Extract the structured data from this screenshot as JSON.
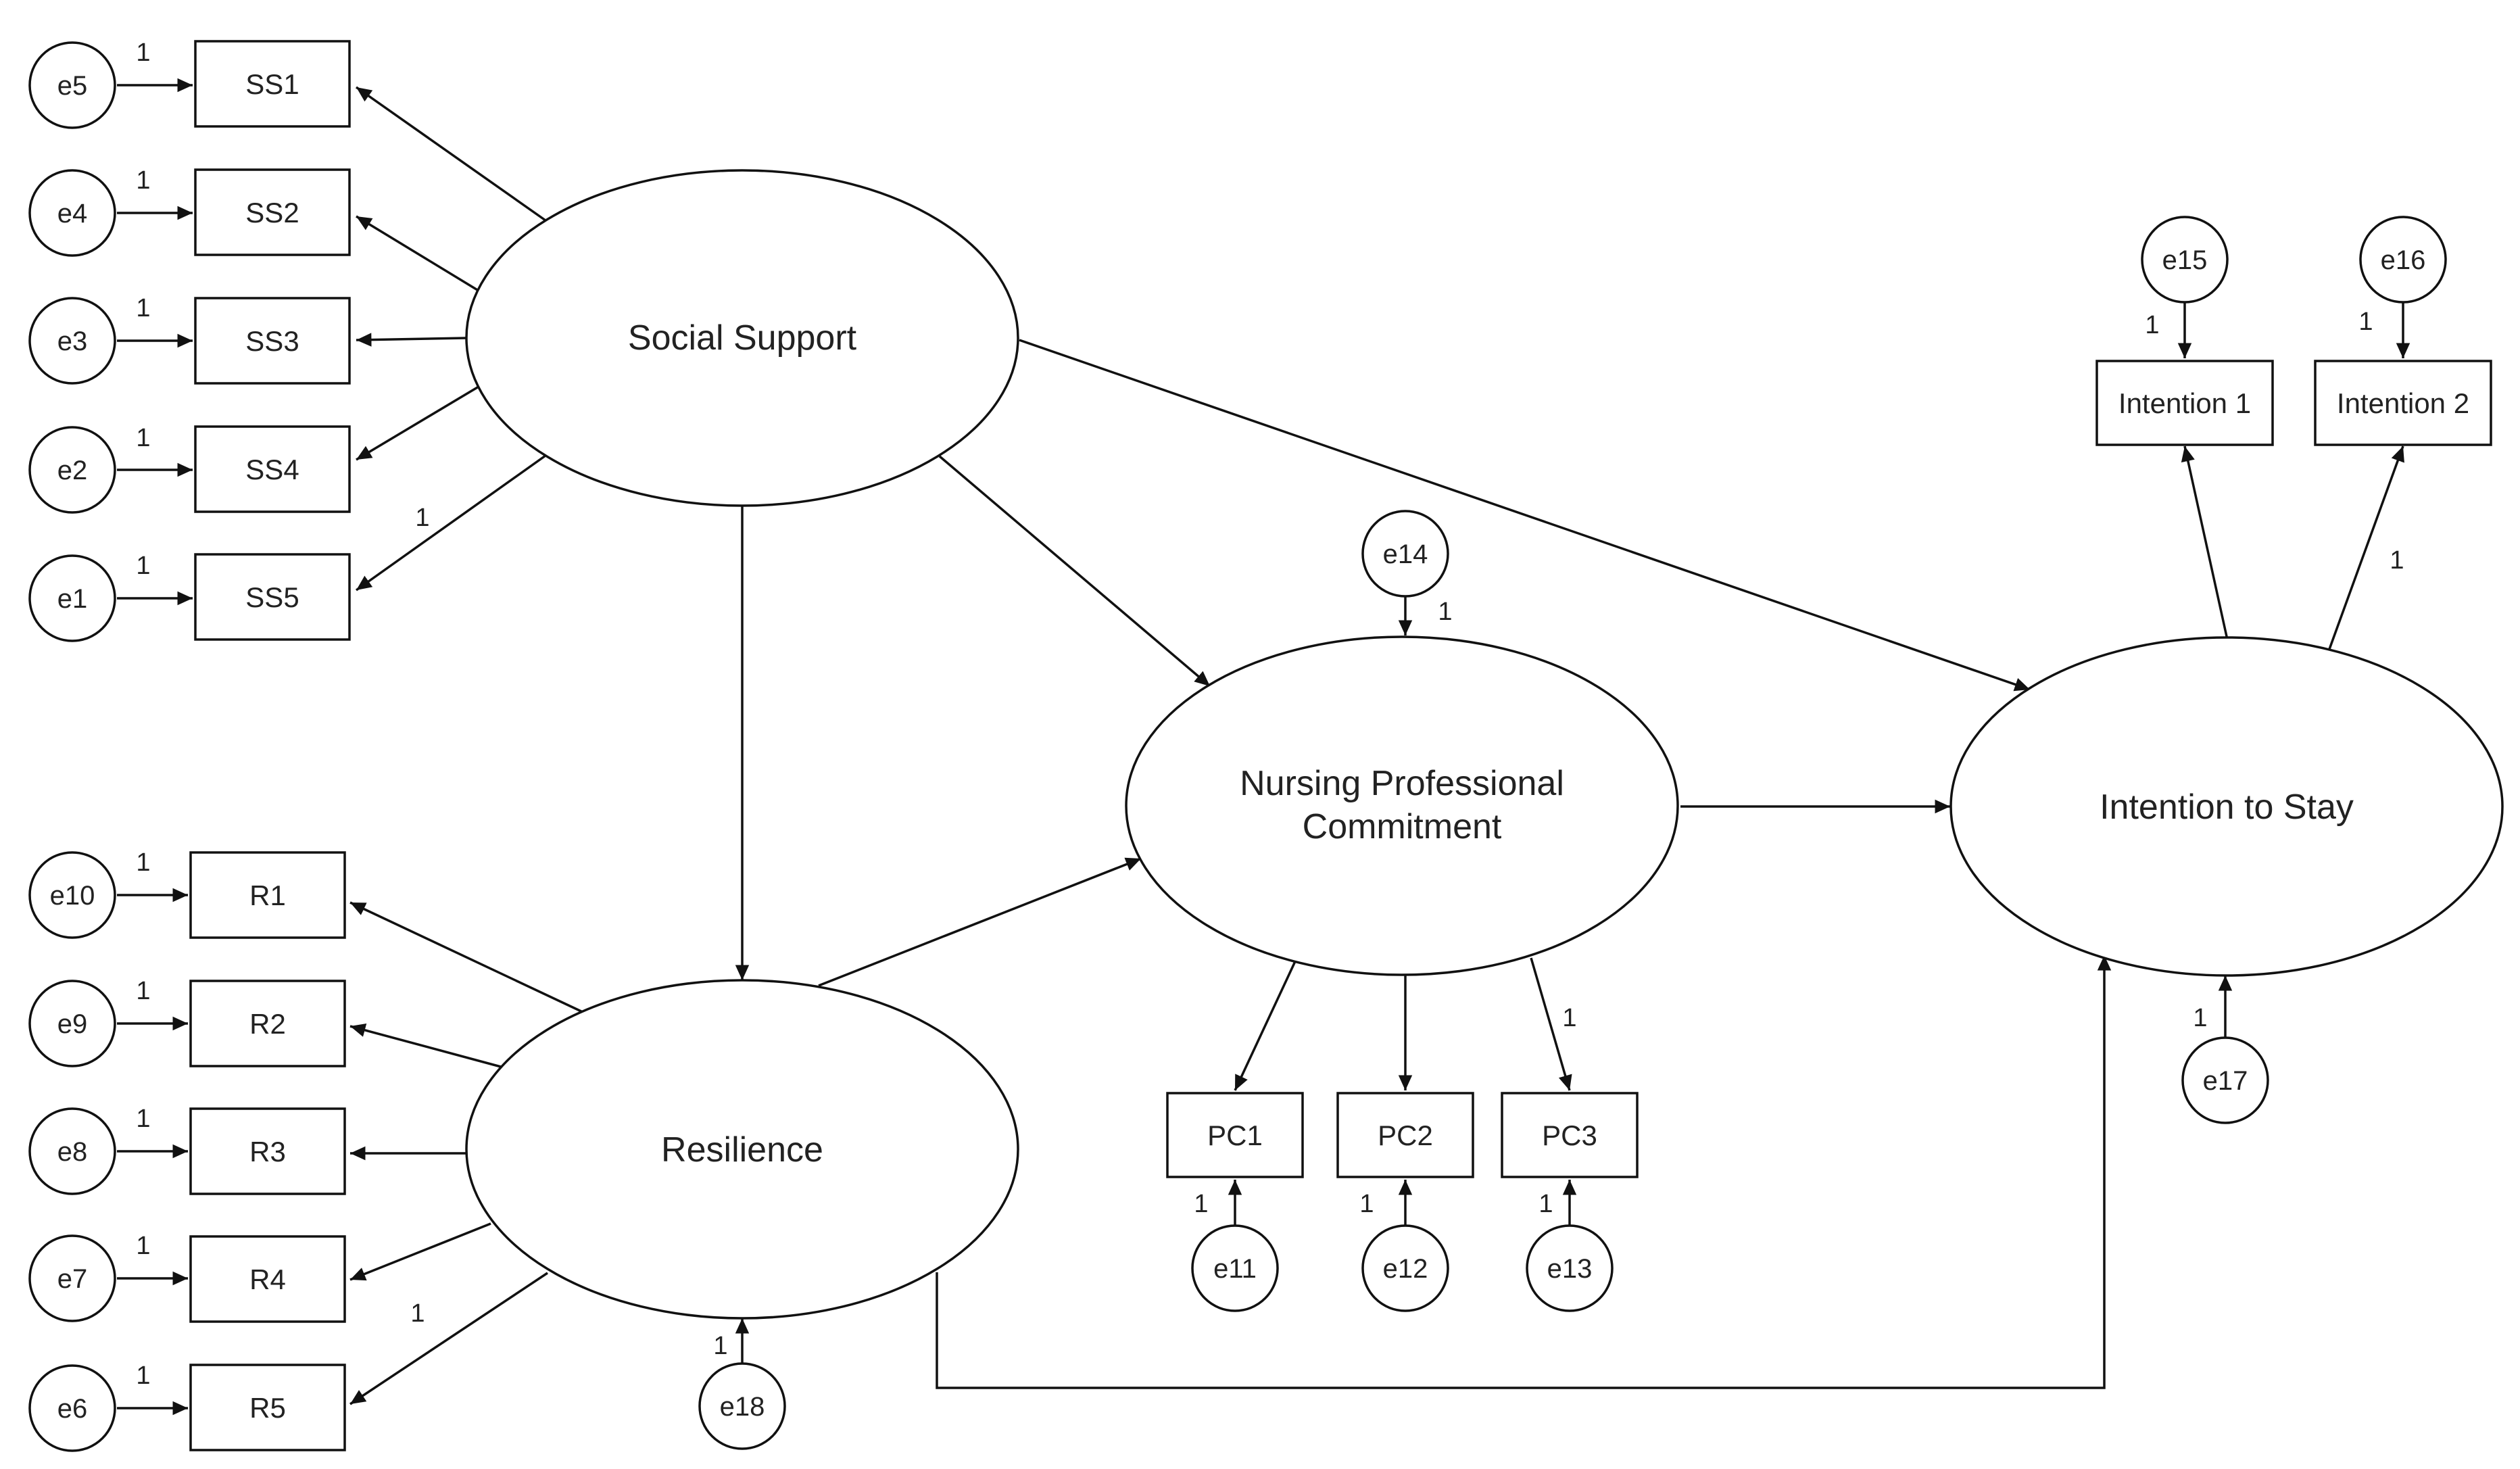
{
  "latents": {
    "social_support": {
      "label": "Social Support"
    },
    "resilience": {
      "label": "Resilience"
    },
    "npc": {
      "line1": "Nursing Professional",
      "line2": "Commitment"
    },
    "its": {
      "label": "Intention to Stay"
    }
  },
  "indicators": {
    "ss1": "SS1",
    "ss2": "SS2",
    "ss3": "SS3",
    "ss4": "SS4",
    "ss5": "SS5",
    "r1": "R1",
    "r2": "R2",
    "r3": "R3",
    "r4": "R4",
    "r5": "R5",
    "pc1": "PC1",
    "pc2": "PC2",
    "pc3": "PC3",
    "int1": "Intention 1",
    "int2": "Intention 2"
  },
  "errors": {
    "e1": "e1",
    "e2": "e2",
    "e3": "e3",
    "e4": "e4",
    "e5": "e5",
    "e6": "e6",
    "e7": "e7",
    "e8": "e8",
    "e9": "e9",
    "e10": "e10",
    "e11": "e11",
    "e12": "e12",
    "e13": "e13",
    "e14": "e14",
    "e15": "e15",
    "e16": "e16",
    "e17": "e17",
    "e18": "e18"
  },
  "fixed_weight": "1"
}
